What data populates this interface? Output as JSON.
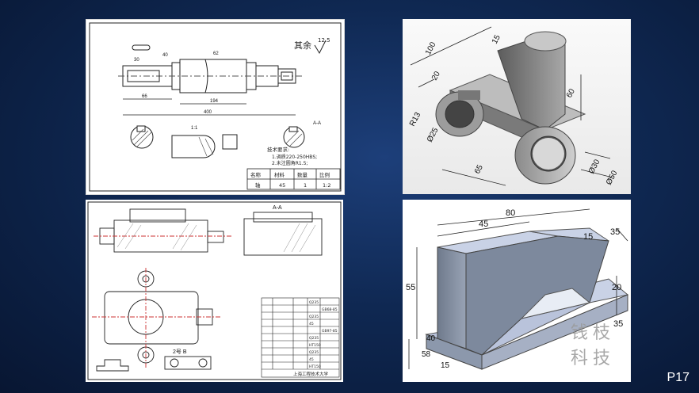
{
  "slide": {
    "page_number": "P17"
  },
  "shaft_drawing": {
    "roughness_note": "其余",
    "roughness_value": "12.5",
    "tech_title": "技术要求:",
    "tech_line1": "1.调质220-250HBS;",
    "tech_line2": "2.未注圆角R1.5;",
    "table_headers": [
      "名称",
      "材料",
      "数量",
      "比例"
    ],
    "table_values": [
      "轴",
      "45",
      "1",
      "1:2"
    ],
    "dims": [
      "400",
      "194",
      "66",
      "30",
      "40",
      "62",
      "1:1",
      "A-A"
    ]
  },
  "iso_model_1": {
    "dims": [
      "100",
      "15",
      "20",
      "60",
      "R13",
      "Ø25",
      "65",
      "Ø30",
      "Ø50"
    ]
  },
  "vise_drawing": {
    "section_label": "A-A",
    "view_label": "2号 B",
    "school": "上海工程技术大学",
    "bom_codes": [
      "Q235",
      "GB68-85",
      "Q235",
      "45",
      "GB97-85",
      "Q235",
      "HT150",
      "Q235",
      "45",
      "HT150"
    ]
  },
  "iso_model_2": {
    "dims": [
      "80",
      "45",
      "15",
      "35",
      "55",
      "20",
      "35",
      "40",
      "58",
      "15"
    ],
    "watermark": "钱枝科技"
  }
}
